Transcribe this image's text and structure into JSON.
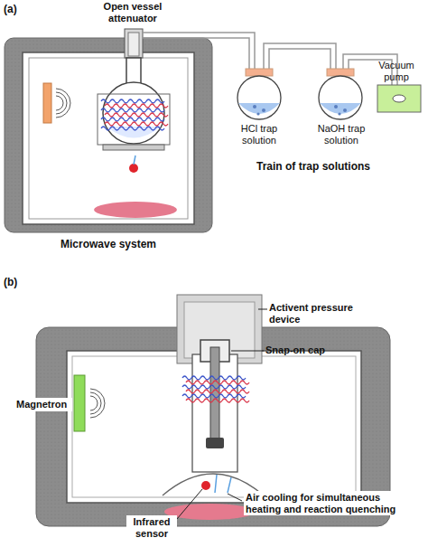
{
  "diagram": {
    "labels": [
      "(a)",
      "Open vessel attenuator",
      "HCl trap solution",
      "NaOH trap solution",
      "Vacuum pump",
      "Microwave system",
      "Train of trap solutions",
      "(b)",
      "Activent pressure device",
      "Snap-on cap",
      "Magnetron",
      "Infrared sensor",
      "Air cooling for simultaneous heating and reaction quenching"
    ]
  }
}
